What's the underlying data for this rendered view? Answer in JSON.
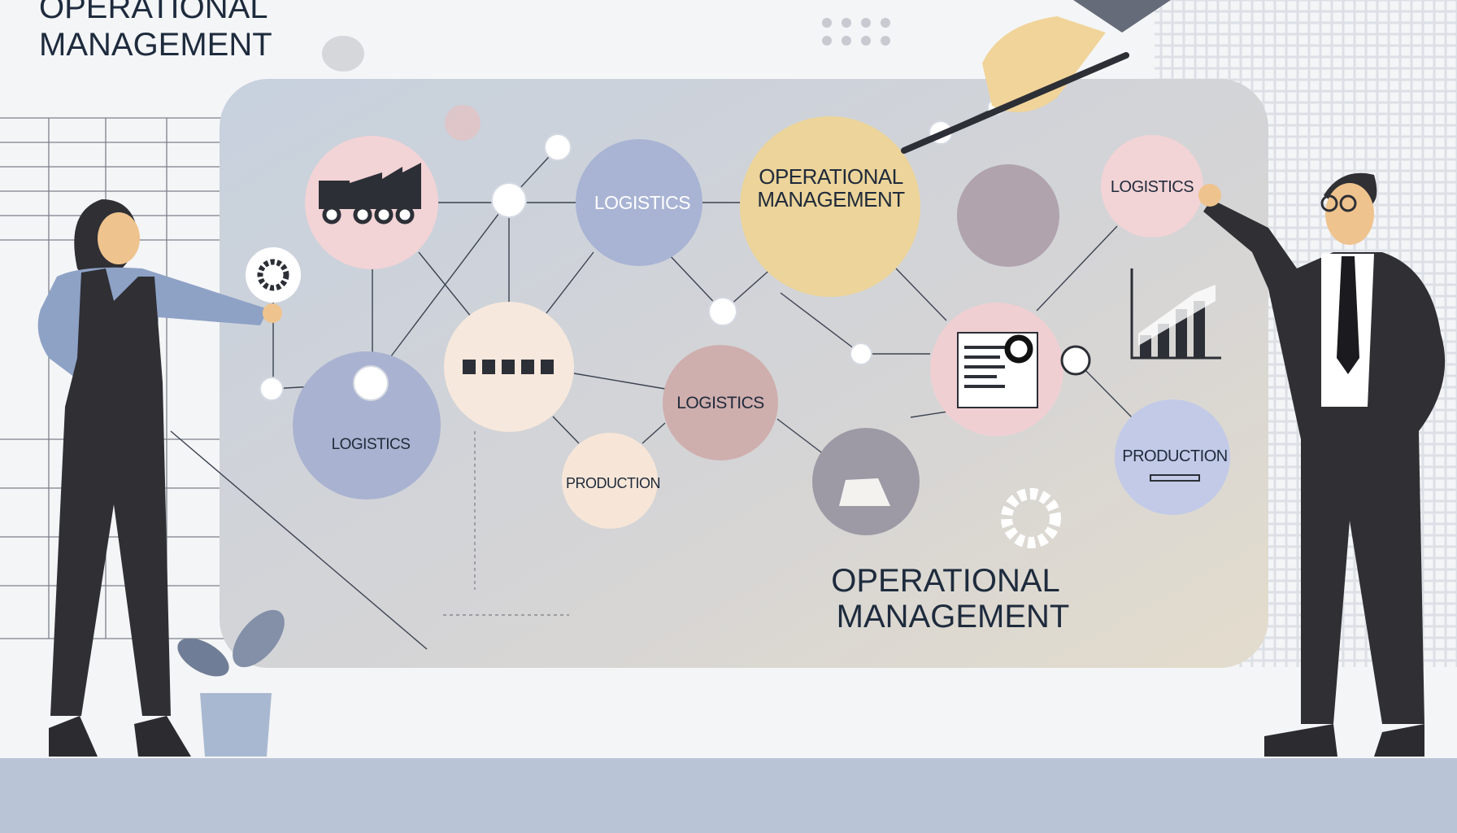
{
  "header": {
    "title_line1": "OPERATIONAL",
    "title_line2": "MANAGEMENT"
  },
  "board": {
    "caption_line1": "OPERATIONAL",
    "caption_line2": "MANAGEMENT",
    "nodes": {
      "center_line1": "OPERATIONAL",
      "center_line2": "MANAGEMENT",
      "logistics_top": "LOGISTICS",
      "logistics_right": "LOGISTICS",
      "logistics_left": "LOGISTICS",
      "logistics_middle": "LOGISTICS",
      "production_bottom": "PRODUCTION",
      "production_right": "PRODUCTION"
    }
  },
  "colors": {
    "board": "#c9d3e0",
    "pink": "#f2d3d6",
    "blue": "#a9b4d4",
    "yellow": "#ecd49a",
    "mauve": "#c6a9ab",
    "beige": "#f6e8dc",
    "grey": "#9d9aa6",
    "floor": "#b9c5d7",
    "suit": "#2f2f34"
  }
}
